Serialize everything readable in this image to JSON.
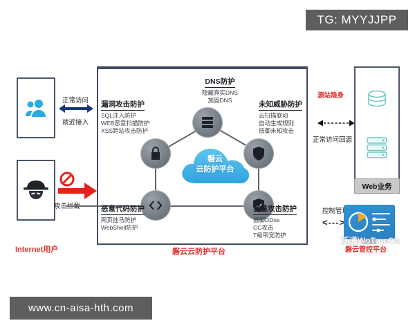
{
  "watermarks": {
    "tg_tag": "TG: MYYJJPP",
    "url_tag": "www.cn-aisa-hth.com",
    "brand": "沃通WoTrueCA"
  },
  "left_zone": {
    "users_panel_icon": "users-icon",
    "hacker_panel_icon": "hacker-icon",
    "normal_access_label": "正常访问",
    "nearby_access_label": "就近接入",
    "attack_block_label": "攻击拦截",
    "caption": "Internet用户"
  },
  "platform": {
    "caption": "磐云云防护平台",
    "cloud": {
      "line1": "磐云",
      "line2": "云防护平台"
    },
    "nodes": [
      {
        "id": "dns",
        "icon": "dns-server-icon",
        "title": "DNS防护",
        "lines": [
          "隐藏真实DNS",
          "加固DNS"
        ]
      },
      {
        "id": "vuln",
        "icon": "lock-icon",
        "title": "漏洞攻击防护",
        "lines": [
          "SQL注入防护",
          "WEB恶意扫描防护",
          "XSS跨站攻击防护"
        ]
      },
      {
        "id": "unknown",
        "icon": "shield-icon",
        "title": "未知威胁防护",
        "lines": [
          "云扫描联动",
          "自动生成规则",
          "抵御未知攻击"
        ]
      },
      {
        "id": "malicious",
        "icon": "code-brackets-icon",
        "title": "恶意代码防护",
        "lines": [
          "网页挂马防护",
          "WebShell防护"
        ]
      },
      {
        "id": "traffic",
        "icon": "shield-chart-icon",
        "title": "流量攻击防护",
        "lines": [
          "抵御DDos",
          "CC攻击",
          "T级带宽防护"
        ]
      }
    ]
  },
  "right_zone": {
    "origin_hide_label": "源站隐身",
    "back_to_source_label": "正常访问回源",
    "web_service_label": "Web业务",
    "control_manage_label": "控制管理",
    "control_arrow": "<--->",
    "console_caption": "磐云管控平台",
    "database_icon": "database-icon",
    "server_icon": "server-rack-icon"
  },
  "colors": {
    "accent_blue": "#29abe2",
    "cloud_blue": "#4ab8e8",
    "red": "#e0312b",
    "node_gray": "#6e767e",
    "box_border": "#3f4b61",
    "tag_bg": "#5e5e5e"
  }
}
